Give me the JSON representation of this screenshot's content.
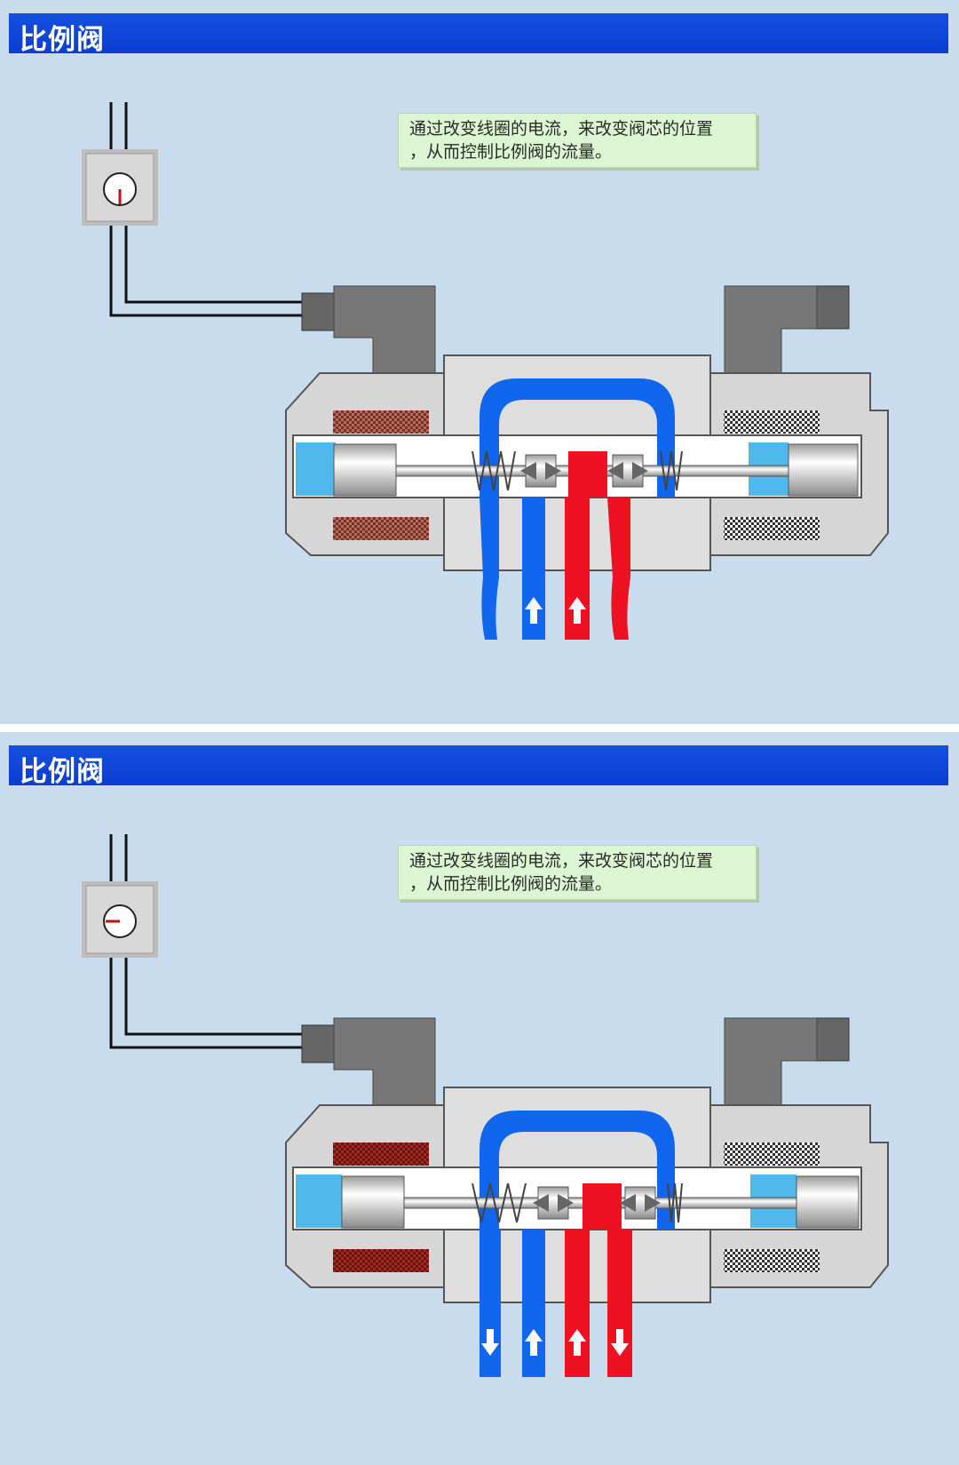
{
  "slides": [
    {
      "title": "比例阀",
      "note_line1": "通过改变线圈的电流，来改变阀芯的位置",
      "note_line2": "，从而控制比例阀的流量。"
    },
    {
      "title": "比例阀",
      "note_line1": "通过改变线圈的电流，来改变阀芯的位置",
      "note_line2": "，从而控制比例阀的流量。"
    }
  ],
  "colors": {
    "title_bar": "#0a3fd0",
    "background": "#c9dcee",
    "note_bg": "#dcf5d2",
    "flow_blue": "#1166ee",
    "flow_red": "#ee1122",
    "body_gray": "#d6d6d6",
    "coil_brown": "#8c3c2c",
    "chamber_cyan": "#4fb8ec"
  },
  "icons": [
    "current-meter-icon",
    "flow-arrow-up-icon",
    "flow-arrow-down-icon"
  ]
}
